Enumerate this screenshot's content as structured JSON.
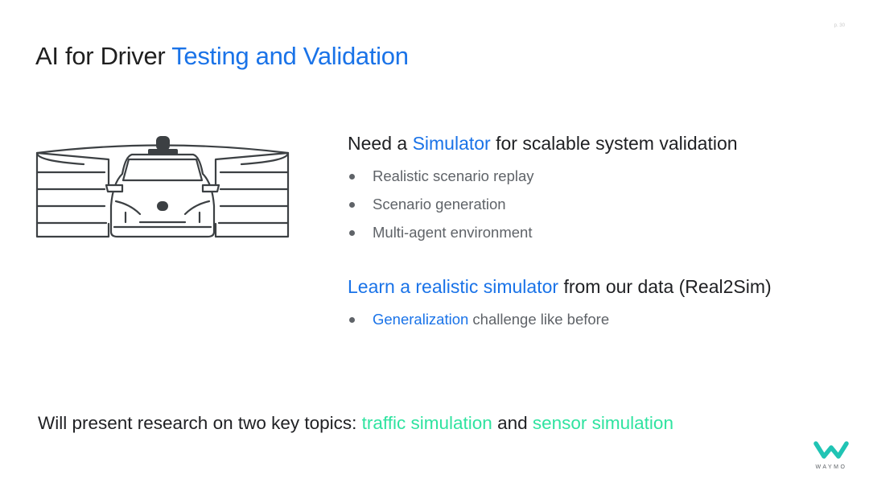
{
  "page_number": "p. 30",
  "title": {
    "prefix": "AI for Driver ",
    "highlight": "Testing and Validation"
  },
  "section1": {
    "head_prefix": "Need a ",
    "head_highlight": "Simulator",
    "head_suffix": " for scalable system validation",
    "bullets": [
      "Realistic scenario replay",
      "Scenario generation",
      "Multi-agent environment"
    ]
  },
  "section2": {
    "head_highlight": "Learn a realistic simulator",
    "head_suffix": " from our data (Real2Sim)",
    "bullet_highlight": "Generalization",
    "bullet_suffix": " challenge like before"
  },
  "footer": {
    "prefix": "Will present research on two key topics: ",
    "topic1": "traffic simulation",
    "middle": " and ",
    "topic2": "sensor simulation"
  },
  "logo": {
    "wordmark": "WAYMO"
  },
  "colors": {
    "blue": "#1a73e8",
    "green": "#2fe3a0",
    "logo_teal": "#20c4b4"
  }
}
